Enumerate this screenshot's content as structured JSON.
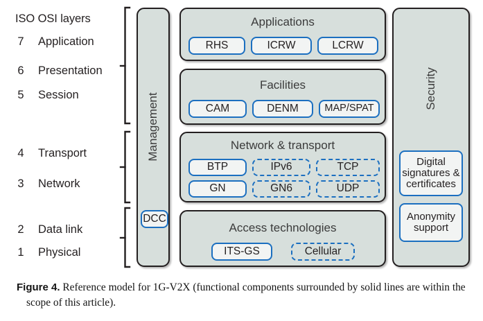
{
  "figure": {
    "osi_heading": "ISO OSI layers",
    "osi_layers": [
      {
        "num": "7",
        "name": "Application"
      },
      {
        "num": "6",
        "name": "Presentation"
      },
      {
        "num": "5",
        "name": "Session"
      },
      {
        "num": "4",
        "name": "Transport"
      },
      {
        "num": "3",
        "name": "Network"
      },
      {
        "num": "2",
        "name": "Data link"
      },
      {
        "num": "1",
        "name": "Physical"
      }
    ],
    "management_column": {
      "title": "Management",
      "items": [
        {
          "label": "DCC",
          "style": "solid"
        }
      ]
    },
    "security_column": {
      "title": "Security",
      "items": [
        {
          "label": "Digital signatures & certificates",
          "style": "solid"
        },
        {
          "label": "Anonymity support",
          "style": "solid"
        }
      ]
    },
    "stack": [
      {
        "title": "Applications",
        "items": [
          {
            "label": "RHS",
            "style": "solid"
          },
          {
            "label": "ICRW",
            "style": "solid"
          },
          {
            "label": "LCRW",
            "style": "solid"
          }
        ]
      },
      {
        "title": "Facilities",
        "items": [
          {
            "label": "CAM",
            "style": "solid"
          },
          {
            "label": "DENM",
            "style": "solid"
          },
          {
            "label": "MAP/SPAT",
            "style": "solid"
          }
        ]
      },
      {
        "title": "Network & transport",
        "items": [
          {
            "label": "BTP",
            "style": "solid"
          },
          {
            "label": "IPv6",
            "style": "dashed"
          },
          {
            "label": "TCP",
            "style": "dashed"
          },
          {
            "label": "GN",
            "style": "solid"
          },
          {
            "label": "GN6",
            "style": "dashed"
          },
          {
            "label": "UDP",
            "style": "dashed"
          }
        ]
      },
      {
        "title": "Access technologies",
        "items": [
          {
            "label": "ITS-GS",
            "style": "solid"
          },
          {
            "label": "Cellular",
            "style": "dashed"
          }
        ]
      }
    ],
    "colors": {
      "panel_fill": "#d7dfdc",
      "panel_border": "#231f20",
      "pill_fill": "#f2f4f3",
      "pill_border": "#1b6fc0",
      "text": "#231f20",
      "title_text": "#3b3b3b",
      "background": "#ffffff"
    }
  },
  "caption": {
    "label": "Figure 4.",
    "text": " Reference model for 1G-V2X (functional components surrounded by solid lines are within the scope of this article)."
  }
}
